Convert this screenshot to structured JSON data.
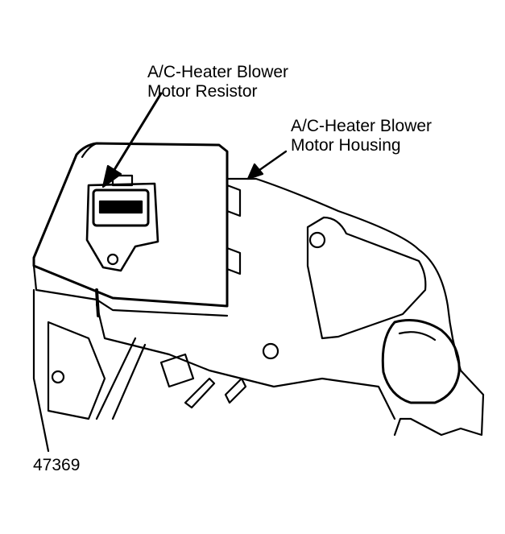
{
  "labels": {
    "resistor_line1": "A/C-Heater Blower",
    "resistor_line2": "Motor Resistor",
    "housing_line1": "A/C-Heater Blower",
    "housing_line2": "Motor Housing"
  },
  "figure_number": "47369"
}
